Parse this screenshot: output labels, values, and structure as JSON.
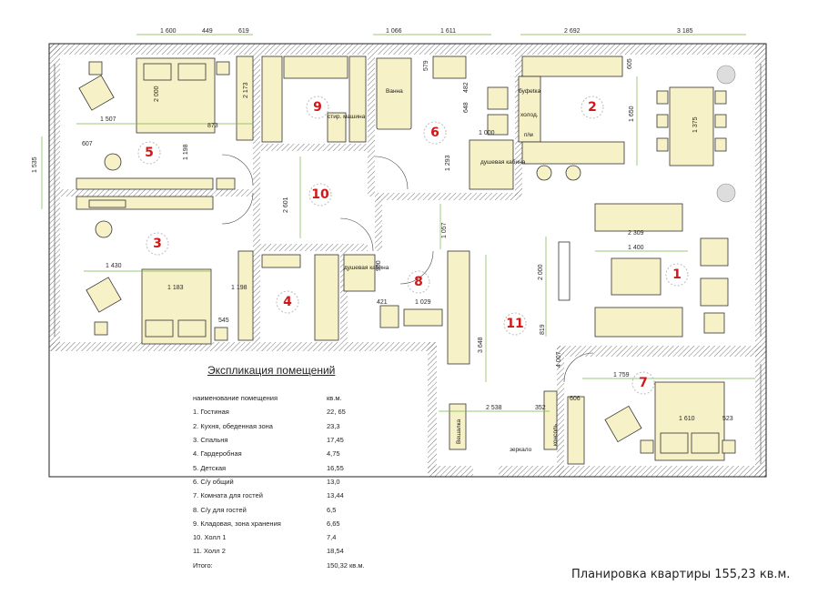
{
  "title": "Планировка квартиры 155,23 кв.м.",
  "legend": {
    "heading": "Экспликация помещений",
    "col_name": "наименование помещения",
    "col_area": "кв.м.",
    "rows": [
      {
        "name": "1. Гостиная",
        "area": "22, 65"
      },
      {
        "name": "2. Кухня, обеденная зона",
        "area": "23,3"
      },
      {
        "name": "3. Спальня",
        "area": "17,45"
      },
      {
        "name": "4. Гардеробная",
        "area": "4,75"
      },
      {
        "name": "5. Детская",
        "area": "16,55"
      },
      {
        "name": "6. С/у общий",
        "area": "13,0"
      },
      {
        "name": "7. Комната для гостей",
        "area": "13,44"
      },
      {
        "name": "8. С/у для гостей",
        "area": "6,5"
      },
      {
        "name": "9. Кладовая, зона хранения",
        "area": "6,65"
      },
      {
        "name": "10. Холл 1",
        "area": "7,4"
      },
      {
        "name": "11. Холл 2",
        "area": "18,54"
      },
      {
        "name": "Итого:",
        "area": "150,32 кв.м."
      }
    ]
  },
  "room_numbers": [
    "1",
    "2",
    "3",
    "4",
    "5",
    "6",
    "7",
    "8",
    "9",
    "10",
    "11"
  ],
  "dimensions": [
    "1 600",
    "449",
    "619",
    "1 066",
    "1 611",
    "2 692",
    "3 185",
    "1 535",
    "1 507",
    "873",
    "607",
    "1 198",
    "2 000",
    "2 173",
    "1 430",
    "1 183",
    "1 198",
    "545",
    "2 601",
    "1 057",
    "3 648",
    "2 538",
    "352",
    "606",
    "1 759",
    "1 610",
    "523",
    "2 309",
    "1 400",
    "2 000",
    "1 650",
    "1 375",
    "648",
    "482",
    "1 000",
    "1 293",
    "421",
    "1 029",
    "605",
    "579",
    "900",
    "4 007",
    "819"
  ],
  "labels": {
    "bath": "Ванна",
    "washer": "стир. машина",
    "shower_cabin": "душевая кабина",
    "shower_cabin_2": "душевая кабина",
    "buffet": "буфеtка",
    "fridge": "холод.",
    "dishwasher": "п/м",
    "wardrobe_note": "Вешалка",
    "mirror": "зеркало",
    "console": "консоль"
  },
  "colors": {
    "furniture": "#f6f1c6",
    "room_number": "#d01818",
    "dimension_line": "#7ab648",
    "wall": "#222222"
  }
}
